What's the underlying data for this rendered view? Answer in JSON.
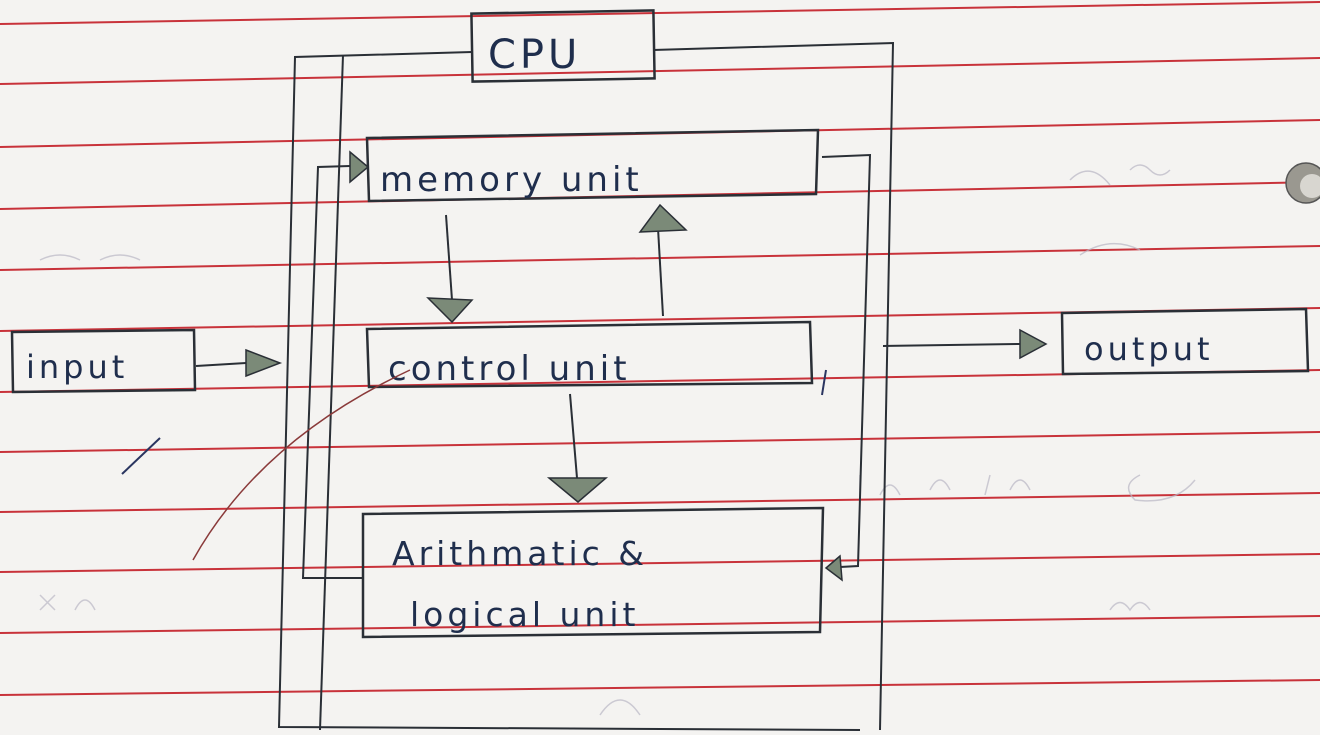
{
  "diagram": {
    "title": "CPU",
    "nodes": {
      "memory": "memory unit",
      "control": "control unit",
      "alu_line1": "Arithmatic &",
      "alu_line2": "logical unit",
      "input": "input",
      "output": "output"
    }
  },
  "colors": {
    "paper": "#f4f3f1",
    "rule_line": "#c8323a",
    "ink": "#2a2f36",
    "pen": "#1f2e4d",
    "arrow_fill": "#7b8a78",
    "faint_pencil": "#b9b6c4"
  }
}
